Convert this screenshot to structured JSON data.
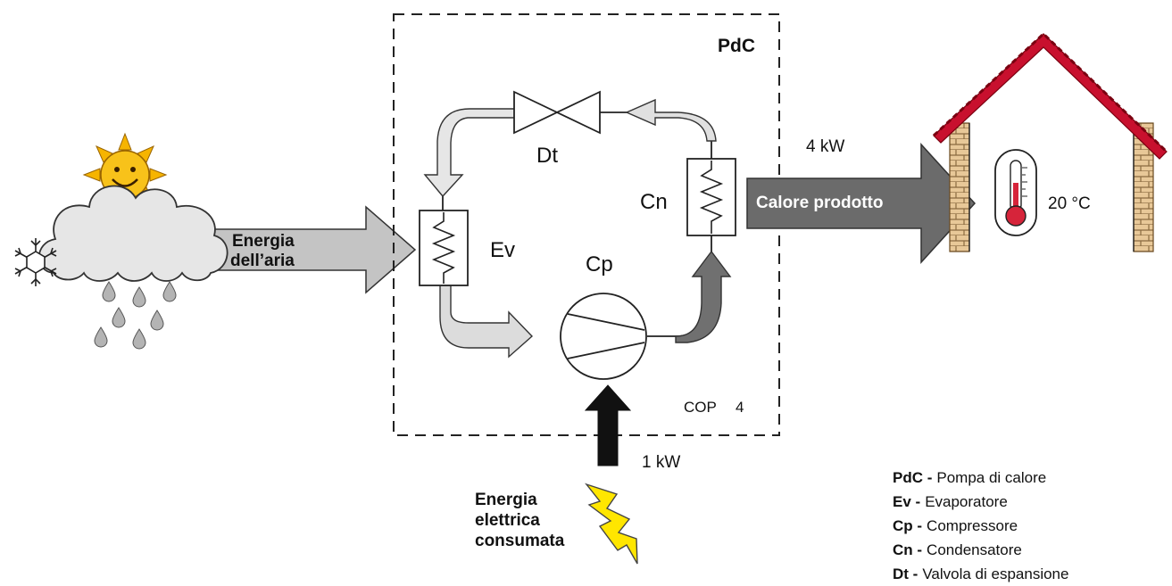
{
  "unit": {
    "title": "PdC",
    "cop_label": "COP",
    "cop_value": "4"
  },
  "components": {
    "evaporator": "Ev",
    "compressor": "Cp",
    "condenser": "Cn",
    "valve": "Dt"
  },
  "flows": {
    "air_energy_line1": "Energia",
    "air_energy_line2": "dell’aria",
    "heat_produced": "Calore prodotto",
    "heat_value": "4 kW",
    "electric_value": "1 kW",
    "electric_line1": "Energia",
    "electric_line2": "elettrica",
    "electric_line3": "consumata"
  },
  "house": {
    "temperature": "20 °C"
  },
  "legend": [
    {
      "abbr": "PdC -",
      "desc": "Pompa di calore"
    },
    {
      "abbr": "Ev -",
      "desc": "Evaporatore"
    },
    {
      "abbr": "Cp -",
      "desc": "Compressore"
    },
    {
      "abbr": "Cn -",
      "desc": "Condensatore"
    },
    {
      "abbr": "Dt -",
      "desc": "Valvola di espansione"
    }
  ],
  "colors": {
    "air_arrow": "#c4c4c4",
    "heat_arrow": "#6b6b6b",
    "electric_arrow": "#111111",
    "roof": "#c8102e",
    "thermometer": "#d6243a",
    "brick": "#e8c898",
    "sun": "#f6b400",
    "bolt": "#ffe600"
  },
  "icons": [
    "snowflake-icon",
    "sun-icon",
    "cloud-icon",
    "raindrop-icon",
    "lightning-icon",
    "thermometer-icon",
    "house-icon"
  ]
}
